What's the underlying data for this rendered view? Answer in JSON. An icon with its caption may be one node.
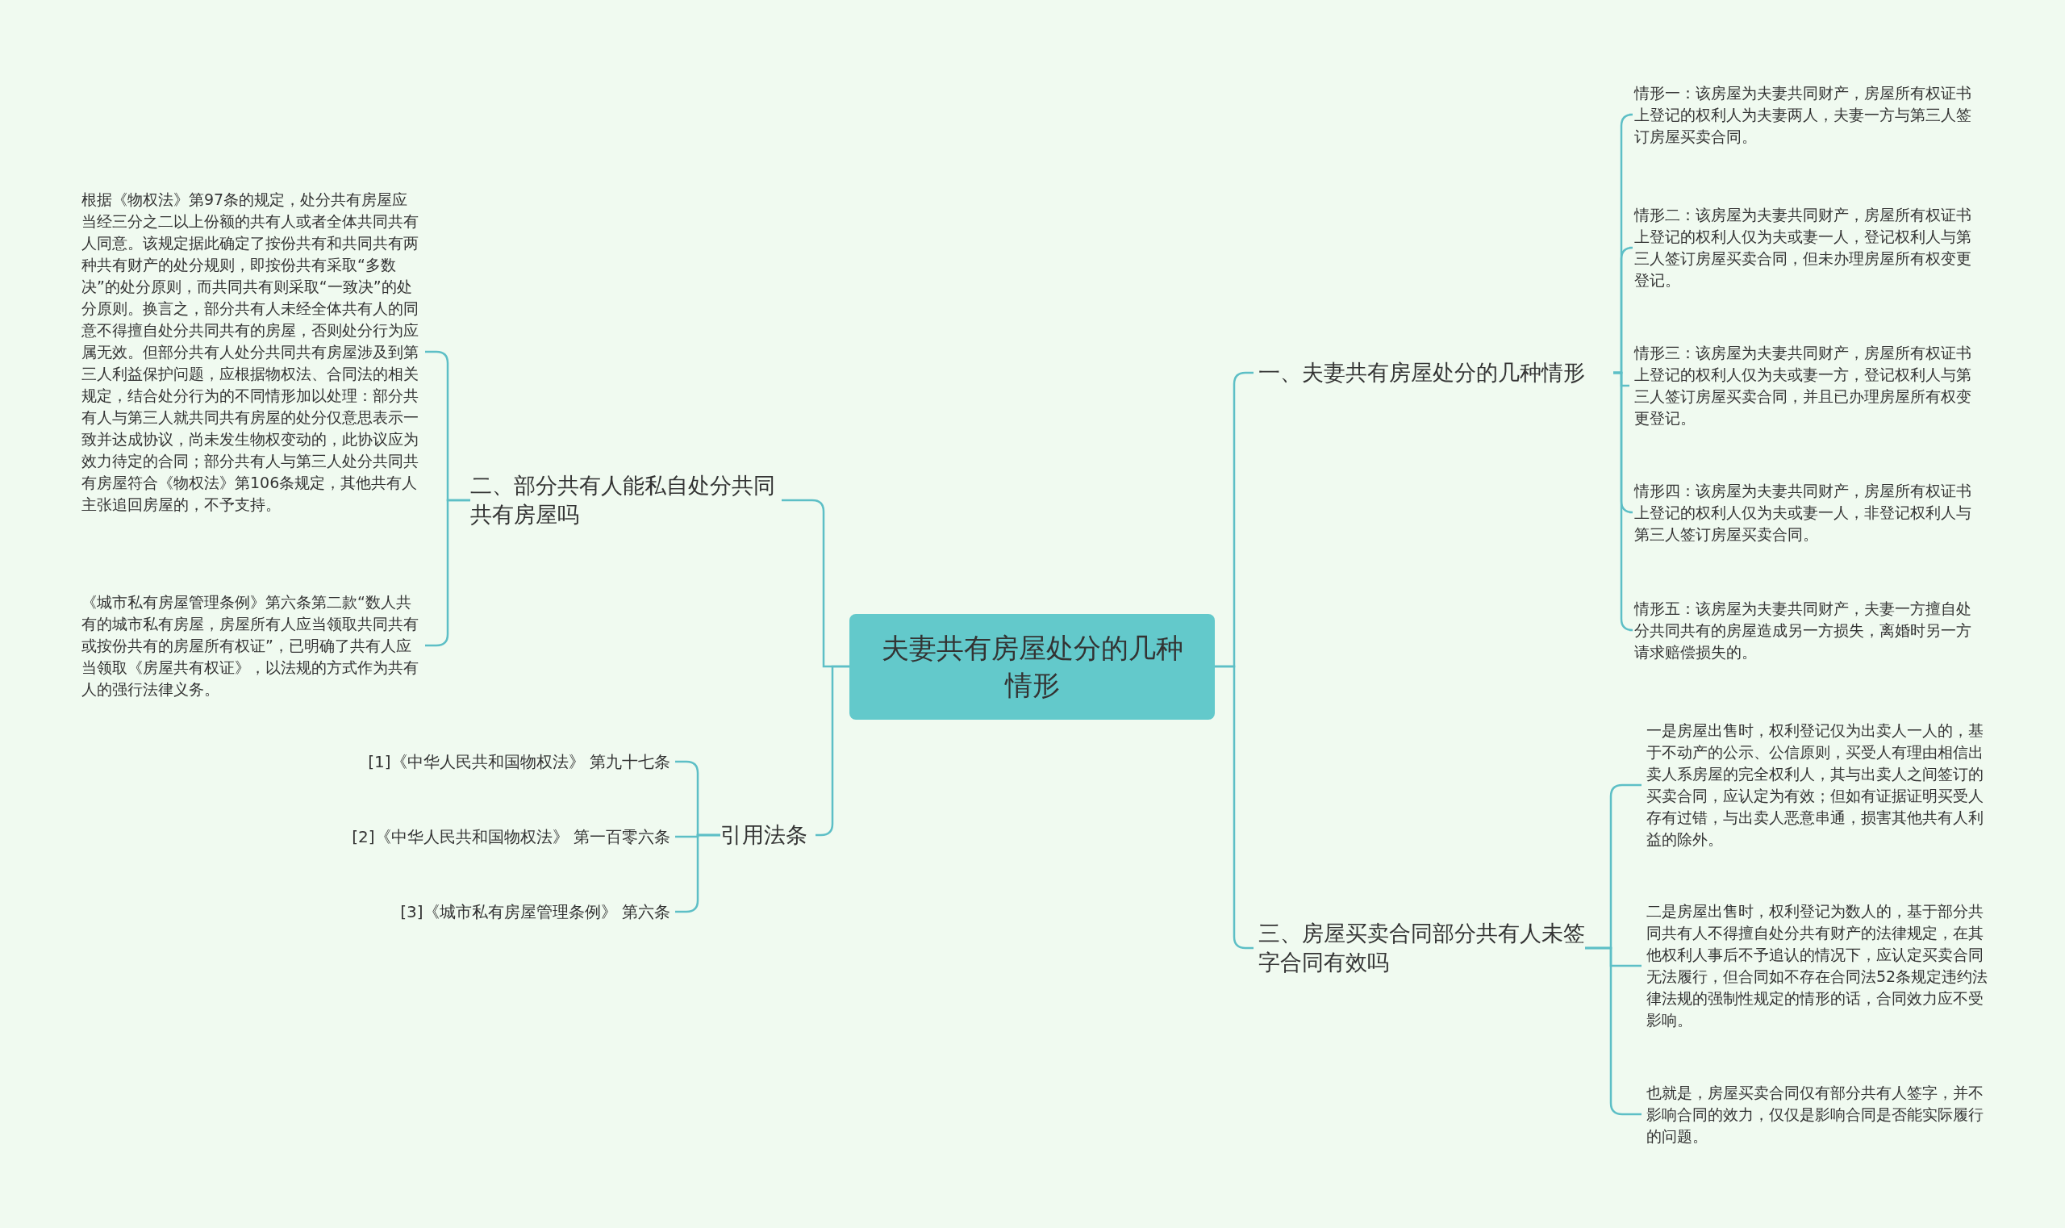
{
  "diagram": {
    "nodes": [
      {
        "text": [
          "夫妻共有房屋处分的几种情形"
        ]
      },
      {
        "text": [
          "一、夫妻共有房屋处分的几种情形"
        ]
      },
      {
        "text": [
          "情形一：该房屋为夫妻共同财产，房屋所有权证书上登记的权利人为夫妻两人，夫妻一方与第三人签订房屋买卖合同。"
        ]
      },
      {
        "text": [
          "情形二：该房屋为夫妻共同财产，房屋所有权证书上登记的权利人仅为夫或妻一人，登记权利人与第三人签订房屋买卖合同，但未办理房屋所有权变更登记。"
        ]
      },
      {
        "text": [
          "情形三：该房屋为夫妻共同财产，房屋所有权证书上登记的权利人仅为夫或妻一方，登记权利人与第三人签订房屋买卖合同，并且已办理房屋所有权变更登记。"
        ]
      },
      {
        "text": [
          "情形四：该房屋为夫妻共同财产，房屋所有权证书上登记的权利人仅为夫或妻一人，非登记权利人与第三人签订房屋买卖合同。"
        ]
      },
      {
        "text": [
          "情形五：该房屋为夫妻共同财产，夫妻一方擅自处分共同共有的房屋造成另一方损失，离婚时另一方请求赔偿损失的。"
        ]
      },
      {
        "text": [
          "三、房屋买卖合同部分共有人未签字合同有效吗"
        ]
      },
      {
        "text": [
          "一是房屋出售时，权利登记仅为出卖人一人的，基于不动产的公示、公信原则，买受人有理由相信出卖人系房屋的完全权利人，其与出卖人之间签订的买卖合同，应认定为有效；但如有证据证明买受人存有过错，与出卖人恶意串通，损害其他共有人利益的除外。"
        ]
      },
      {
        "text": [
          "二是房屋出售时，权利登记为数人的，基于部分共同共有人不得擅自处分共有财产的法律规定，在其他权利人事后不予追认的情况下，应认定买卖合同无法履行，但合同如不存在合同法52条规定违约法律法规的强制性规定的情形的话，合同效力应不受影响。"
        ]
      },
      {
        "text": [
          "也就是，房屋买卖合同仅有部分共有人签字，并不影响合同的效力，仅仅是影响合同是否能实际履行的问题。"
        ]
      },
      {
        "text": [
          "二、部分共有人能私自处分共同共有房屋吗"
        ]
      },
      {
        "text": [
          "根据《物权法》第97条的规定，处分共有房屋应当经三分之二以上份额的共有人或者全体共同共有人同意。该规定据此确定了按份共有和共同共有两种共有财产的处分规则，即按份共有采取“多数决”的处分原则，而共同共有则采取“一致决”的处分原则。换言之，部分共有人未经全体共有人的同意不得擅自处分共同共有的房屋，否则处分行为应属无效。但部分共有人处分共同共有房屋涉及到第三人利益保护问题，应根据物权法、合同法的相关规定，结合处分行为的不同情形加以处理：部分共有人与第三人就共同共有房屋的处分仅意思表示一致并达成协议，尚未发生物权变动的，此协议应为效力待定的合同；部分共有人与第三人处分共同共有房屋符合《物权法》第106条规定，其他共有人主张追回房屋的，不予支持。"
        ]
      },
      {
        "text": [
          "《城市私有房屋管理条例》第六条第二款“数人共有的城市私有房屋，房屋所有人应当领取共同共有或按份共有的房屋所有权证”，已明确了共有人应当领取《房屋共有权证》，以法规的方式作为共有人的强行法律义务。"
        ]
      },
      {
        "text": [
          "引用法条"
        ]
      },
      {
        "text": [
          "[1]《中华人民共和国物权法》 第九十七条"
        ]
      },
      {
        "text": [
          "[2]《中华人民共和国物权法》 第一百零六条"
        ]
      },
      {
        "text": [
          "[3]《城市私有房屋管理条例》 第六条"
        ]
      }
    ],
    "edges": [
      {
        "from": 0,
        "to": 1,
        "arrow": "none"
      },
      {
        "from": 1,
        "to": 2,
        "arrow": "none"
      },
      {
        "from": 1,
        "to": 3,
        "arrow": "none"
      },
      {
        "from": 1,
        "to": 4,
        "arrow": "none"
      },
      {
        "from": 1,
        "to": 5,
        "arrow": "none"
      },
      {
        "from": 1,
        "to": 6,
        "arrow": "none"
      },
      {
        "from": 0,
        "to": 7,
        "arrow": "none"
      },
      {
        "from": 7,
        "to": 8,
        "arrow": "none"
      },
      {
        "from": 7,
        "to": 9,
        "arrow": "none"
      },
      {
        "from": 7,
        "to": 10,
        "arrow": "none"
      },
      {
        "from": 0,
        "to": 11,
        "arrow": "none"
      },
      {
        "from": 11,
        "to": 12,
        "arrow": "none"
      },
      {
        "from": 11,
        "to": 13,
        "arrow": "none"
      },
      {
        "from": 0,
        "to": 14,
        "arrow": "none"
      },
      {
        "from": 14,
        "to": 15,
        "arrow": "none"
      },
      {
        "from": 14,
        "to": 16,
        "arrow": "none"
      },
      {
        "from": 14,
        "to": 17,
        "arrow": "none"
      }
    ]
  }
}
